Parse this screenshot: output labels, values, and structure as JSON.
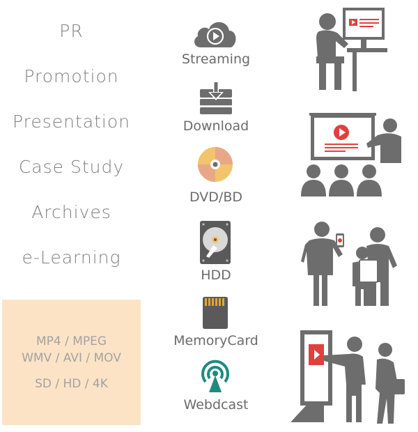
{
  "use_cases": [
    "PR",
    "Promotion",
    "Presentation",
    "Case Study",
    "Archives",
    "e-Learning"
  ],
  "formats": {
    "line1": "MP4 / MPEG",
    "line2": "WMV / AVI /  MOV",
    "line3": "SD / HD / 4K"
  },
  "media": [
    {
      "label": "Streaming",
      "icon": "cloud-play-icon"
    },
    {
      "label": "Download",
      "icon": "download-tray-icon"
    },
    {
      "label": "DVD/BD",
      "icon": "disc-icon"
    },
    {
      "label": "HDD",
      "icon": "hard-drive-icon"
    },
    {
      "label": "MemoryCard",
      "icon": "memory-card-icon"
    },
    {
      "label": "Webdcast",
      "icon": "broadcast-icon"
    }
  ],
  "colors": {
    "gray": "#6d6d6d",
    "red": "#e0403f",
    "format_bg": "#fde3c6",
    "teal": "#1e8a80"
  }
}
